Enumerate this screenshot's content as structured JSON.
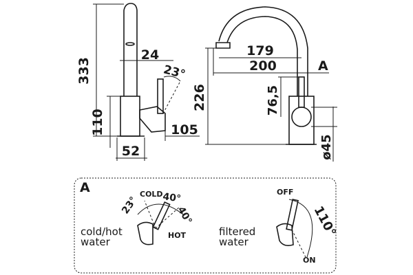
{
  "side_view": {
    "total_height": "333",
    "spout_offset": "24",
    "lever_angle": "23°",
    "body_height": "110",
    "base_width": "52",
    "lever_reach": "105"
  },
  "front_view": {
    "height": "226",
    "reach_outer": "179",
    "reach_total": "200",
    "section_ref": "A",
    "lever_height": "76,5",
    "diameter": "ø45"
  },
  "detail": {
    "title": "A",
    "left": {
      "caption_line1": "cold/hot",
      "caption_line2": "water",
      "cold": "COLD",
      "hot": "HOT",
      "angle_left": "23°",
      "angle_mid": "40°",
      "angle_right": "40°"
    },
    "right": {
      "caption_line1": "filtered",
      "caption_line2": "water",
      "off": "OFF",
      "on": "ON",
      "angle": "110°"
    }
  }
}
